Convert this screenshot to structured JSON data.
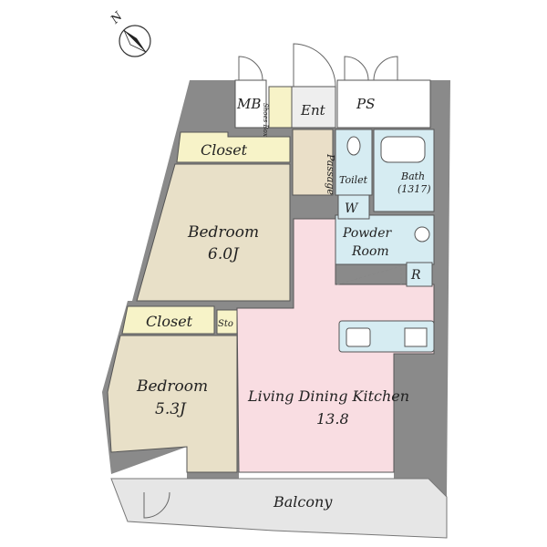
{
  "compass": {
    "label": "N"
  },
  "rooms": {
    "mb": "MB",
    "shoe_box": "Shoes Box",
    "entrance": "Ent",
    "ps": "PS",
    "closet_1": "Closet",
    "passage": "Passage",
    "toilet": "Toilet",
    "bath_name": "Bath",
    "bath_size": "(1317)",
    "washer": "W",
    "powder_1": "Powder",
    "powder_2": "Room",
    "refrigerator": "R",
    "bedroom_1_name": "Bedroom",
    "bedroom_1_size": "6.0J",
    "closet_2": "Closet",
    "storage": "Sto",
    "bedroom_2_name": "Bedroom",
    "bedroom_2_size": "5.3J",
    "ldk_name": "Living Dining Kitchen",
    "ldk_size": "13.8",
    "balcony": "Balcony"
  },
  "colors": {
    "wall": "#8a8a8a",
    "bedroom": "#e8e0c8",
    "closet": "#f7f3c8",
    "ldk": "#f9dde2",
    "wet_area": "#d6ecf2",
    "passage": "#eadfc8",
    "balcony": "#e6e6e6"
  }
}
